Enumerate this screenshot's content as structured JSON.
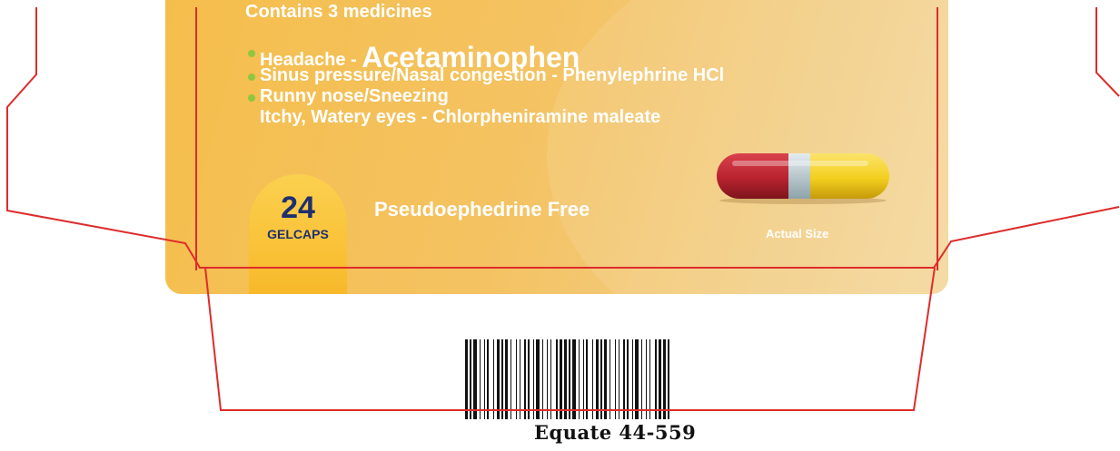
{
  "label": {
    "contains": "Contains 3 medicines",
    "items": [
      {
        "prefix": "Headache - ",
        "ingredient": "Acetaminophen"
      },
      {
        "text": "Sinus pressure/Nasal congestion - Phenylephrine HCl"
      },
      {
        "text": "Runny nose/Sneezing"
      },
      {
        "text": "Itchy, Watery eyes - Chlorpheniramine maleate"
      }
    ],
    "count": {
      "number": "24",
      "unit": "GELCAPS"
    },
    "free_claim": "Pseudoephedrine Free",
    "actual_size": "Actual Size"
  },
  "footer": {
    "product_code": "Equate 44-559"
  },
  "colors": {
    "panel": "#f5be4c",
    "badge": "#f8b92a",
    "badge_text": "#1f2f6e",
    "bullet": "#8fc63f",
    "outline": "#dd2c2c",
    "capsule_red": "#b8232f",
    "capsule_yellow": "#f3cf1e"
  },
  "icons": [
    "capsule-icon",
    "barcode-icon"
  ]
}
